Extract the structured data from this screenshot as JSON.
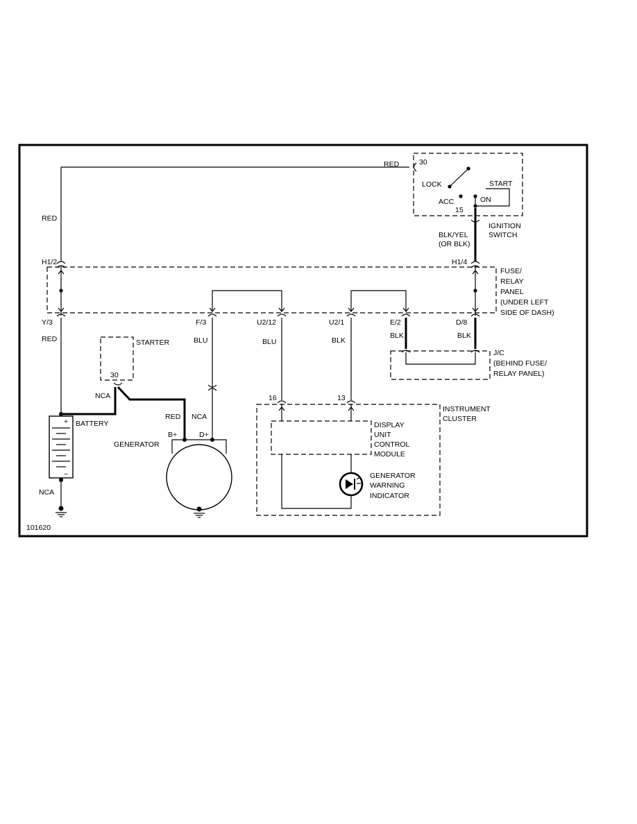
{
  "diagram_id": "101620",
  "wires": {
    "red_top": "RED",
    "red_left": "RED",
    "red_y3": "RED",
    "red_gen": "RED",
    "nca_starter": "NCA",
    "nca_d": "NCA",
    "nca_batt": "NCA",
    "blu_f3": "BLU",
    "blu_u212": "BLU",
    "blk_u21": "BLK",
    "blk_e2": "BLK",
    "blk_d8": "BLK",
    "blk_yel_1": "BLK/YEL",
    "blk_yel_2": "(OR BLK)"
  },
  "connectors": {
    "h12": "H1/2",
    "h14": "H1/4",
    "y3": "Y/3",
    "f3": "F/3",
    "u212": "U2/12",
    "u21": "U2/1",
    "e2": "E/2",
    "d8": "D/8",
    "pin30_ign": "30",
    "pin15": "15",
    "pin30_start": "30",
    "pin16": "16",
    "pin13": "13",
    "b_plus": "B+",
    "d_plus": "D+"
  },
  "ignition": {
    "lock": "LOCK",
    "acc": "ACC",
    "on": "ON",
    "start": "START",
    "label1": "IGNITION",
    "label2": "SWITCH"
  },
  "fuse_panel": {
    "l1": "FUSE/",
    "l2": "RELAY",
    "l3": "PANEL",
    "l4": "(UNDER LEFT",
    "l5": "SIDE OF DASH)"
  },
  "jc": {
    "l1": "J/C",
    "l2": "(BEHIND FUSE/",
    "l3": "RELAY PANEL)"
  },
  "starter": "STARTER",
  "battery": {
    "label": "BATTERY",
    "plus": "+",
    "minus": "−"
  },
  "generator": "GENERATOR",
  "cluster": {
    "l1": "INSTRUMENT",
    "l2": "CLUSTER"
  },
  "module": {
    "l1": "DISPLAY",
    "l2": "UNIT",
    "l3": "CONTROL",
    "l4": "MODULE"
  },
  "indicator": {
    "l1": "GENERATOR",
    "l2": "WARNING",
    "l3": "INDICATOR"
  }
}
